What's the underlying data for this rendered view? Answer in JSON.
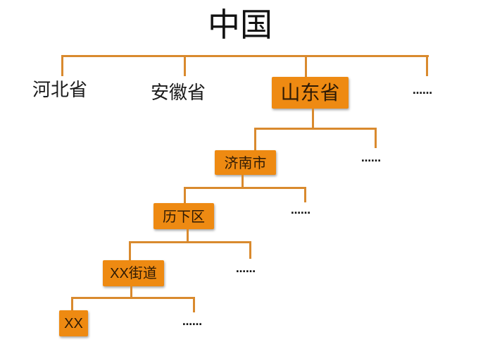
{
  "title": "中国",
  "level1": {
    "items": [
      "河北省",
      "安徽省",
      "山东省",
      "……"
    ],
    "highlighted_index": 2
  },
  "level2": {
    "items": [
      "济南市",
      "……"
    ],
    "highlighted_index": 0
  },
  "level3": {
    "items": [
      "历下区",
      "……"
    ],
    "highlighted_index": 0
  },
  "level4": {
    "items": [
      "XX街道",
      "……"
    ],
    "highlighted_index": 0
  },
  "level5": {
    "items": [
      "XX",
      "……"
    ],
    "highlighted_index": 0
  },
  "colors": {
    "node_fill": "#EE8A12",
    "connector": "#D98A2E",
    "node_text": "#2e1a05"
  }
}
